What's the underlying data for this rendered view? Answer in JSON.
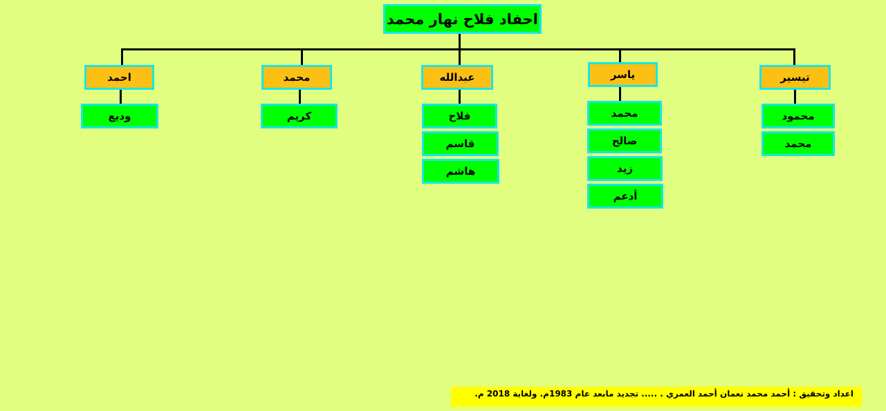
{
  "title": "احفاد فلاح نهار محمد",
  "sons": [
    {
      "name": "احمد",
      "children": [
        "وديع"
      ]
    },
    {
      "name": "محمد",
      "children": [
        "كريم"
      ]
    },
    {
      "name": "عبدالله",
      "children": [
        "فلاح",
        "قاسم",
        "هاشم"
      ]
    },
    {
      "name": "ياسر",
      "children": [
        "محمد",
        "صالح",
        "زيد",
        "أدعم"
      ]
    },
    {
      "name": "تيسير",
      "children": [
        "محمود",
        "محمد"
      ]
    }
  ],
  "footer": "اعداد وتحقيق :  أحمد محمد نعمان أحمد العمري . .....   تجديد مابعد عام 1983م.  ولغاية 2018 م.",
  "colors": {
    "background": "#e2fe80",
    "root_fill": "#00ff00",
    "son_fill": "#fcc015",
    "grandchild_fill": "#00ff00",
    "border": "#19e6e6",
    "footer_fill": "#ffff00"
  }
}
